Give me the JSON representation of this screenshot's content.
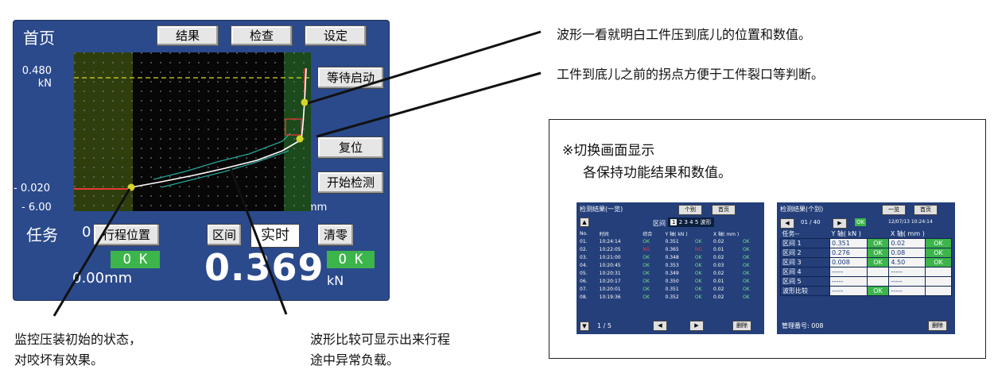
{
  "screen": {
    "title": "首页",
    "tabs": [
      "结果",
      "检查",
      "设定"
    ],
    "y_max": "0.480",
    "y_unit": "kN",
    "y_min": "- 0.020",
    "x_min": "- 6.00",
    "x_max": "0.00mm",
    "side_buttons": [
      "等待启动",
      "复位",
      "开始检测"
    ],
    "task_label": "任务",
    "task_value": "0",
    "stroke_btn": "行程位置",
    "zone_btn": "区间",
    "realtime_btn": "实时",
    "clear_btn": "清零",
    "ok_left": "O K",
    "ok_right": "O K",
    "stroke_value": "0.00mm",
    "load_value": "0.369",
    "load_unit": "kN"
  },
  "annotations": {
    "top1": "波形一看就明白工件压到底儿的位置和数值。",
    "top2": "工件到底儿之前的拐点方便于工件裂口等判断。",
    "bottom_left": [
      "监控压装初始的状态，",
      "对咬坏有效果。"
    ],
    "bottom_mid": [
      "波形比较可显示出来行程",
      "途中异常负载。"
    ]
  },
  "box": {
    "line1": "※切换画面显示",
    "line2": "各保持功能结果和数值。"
  },
  "list_screen": {
    "title": "检测结果(一览)",
    "btn_individual": "个别",
    "btn_home": "首页",
    "zone_label": "区间",
    "zones": [
      "1",
      "2",
      "3",
      "4",
      "5",
      "波形"
    ],
    "headers": [
      "No.",
      "时间",
      "综合",
      "Y 轴( kN )",
      "X 轴( mm )"
    ],
    "rows": [
      [
        "01.",
        "10:24:14",
        "OK",
        "0.351",
        "OK",
        "0.02",
        "OK"
      ],
      [
        "02.",
        "10:22:05",
        "NG",
        "0.365",
        "NG",
        "0.01",
        "OK"
      ],
      [
        "03.",
        "10:21:00",
        "OK",
        "0.348",
        "OK",
        "0.02",
        "OK"
      ],
      [
        "04.",
        "10:20:45",
        "OK",
        "0.353",
        "OK",
        "0.03",
        "OK"
      ],
      [
        "05.",
        "10:20:31",
        "OK",
        "0.349",
        "OK",
        "0.02",
        "OK"
      ],
      [
        "06.",
        "10:20:17",
        "OK",
        "0.350",
        "OK",
        "0.01",
        "OK"
      ],
      [
        "07.",
        "10:20:01",
        "OK",
        "0.351",
        "OK",
        "0.02",
        "OK"
      ],
      [
        "08.",
        "10:19:36",
        "OK",
        "0.352",
        "OK",
        "0.02",
        "OK"
      ]
    ],
    "page": "1 / 5",
    "delete": "删除"
  },
  "detail_screen": {
    "title": "检测结果(个别)",
    "btn_list": "一览",
    "btn_home": "首页",
    "record": "01 / 40",
    "status": "OK",
    "datetime": "12/07/13 10:24:14",
    "headers": [
      "任务--",
      "Y 轴( kN )",
      "X 轴( mm )"
    ],
    "rows": [
      [
        "区间 1",
        "0.351",
        "OK",
        "0.02",
        "OK"
      ],
      [
        "区间 2",
        "0.276",
        "OK",
        "0.08",
        "OK"
      ],
      [
        "区间 3",
        "0.008",
        "OK",
        "4.50",
        "OK"
      ],
      [
        "区间 4",
        "-----",
        "",
        "-----",
        ""
      ],
      [
        "区间 5",
        "-----",
        "",
        "-----",
        ""
      ],
      [
        "波形比较",
        "-----",
        "OK",
        "-----",
        ""
      ]
    ],
    "manage": "管理番号: 008",
    "delete": "删除"
  },
  "colors": {
    "screen_bg": "#2b4a8c",
    "ok_green": "#3cb54a",
    "ng_red": "#e53935"
  }
}
